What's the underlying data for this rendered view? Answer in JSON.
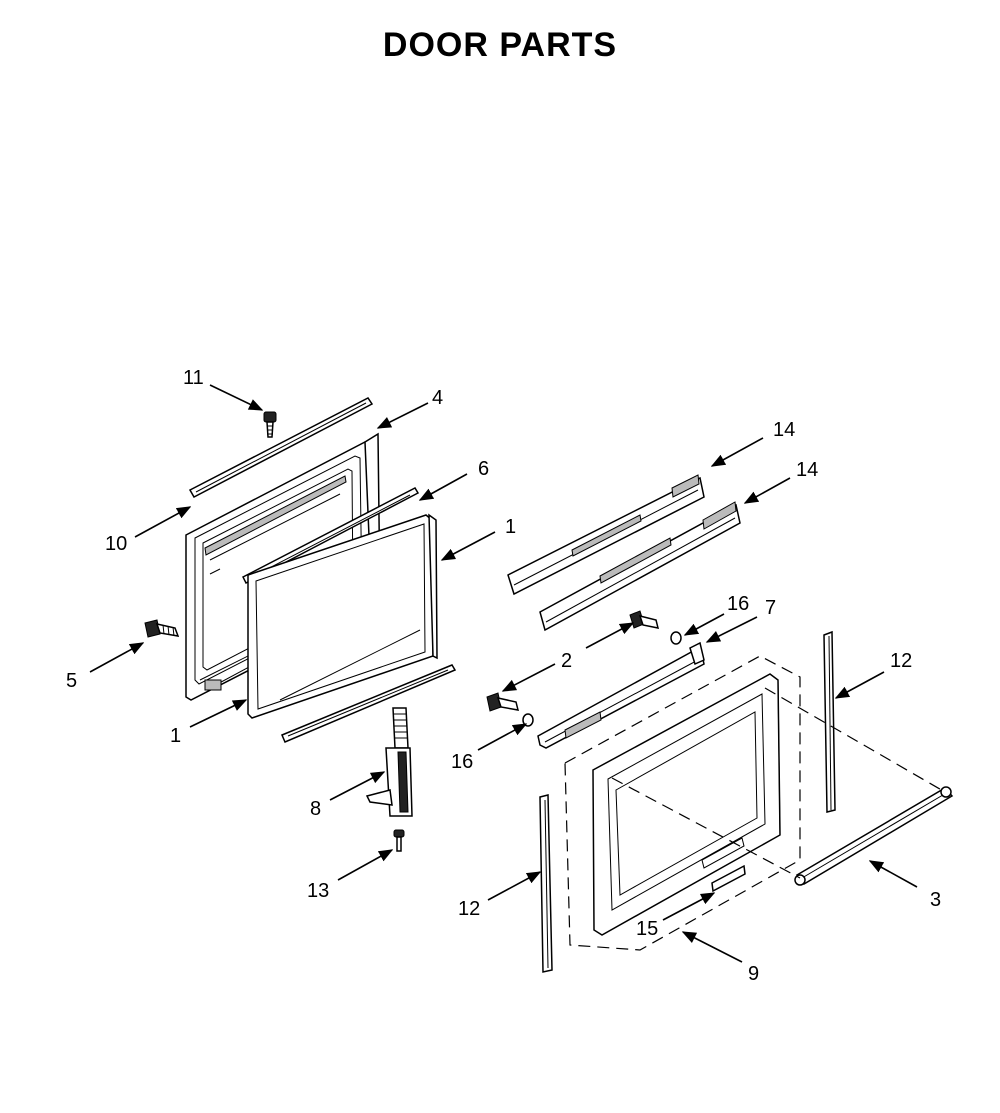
{
  "title": "DOOR PARTS",
  "callouts": {
    "c1a": "1",
    "c1b": "1",
    "c2": "2",
    "c3": "3",
    "c4": "4",
    "c5": "5",
    "c6": "6",
    "c7": "7",
    "c8": "8",
    "c9": "9",
    "c10": "10",
    "c11": "11",
    "c12a": "12",
    "c12b": "12",
    "c13": "13",
    "c14a": "14",
    "c14b": "14",
    "c15": "15",
    "c16a": "16",
    "c16b": "16"
  }
}
